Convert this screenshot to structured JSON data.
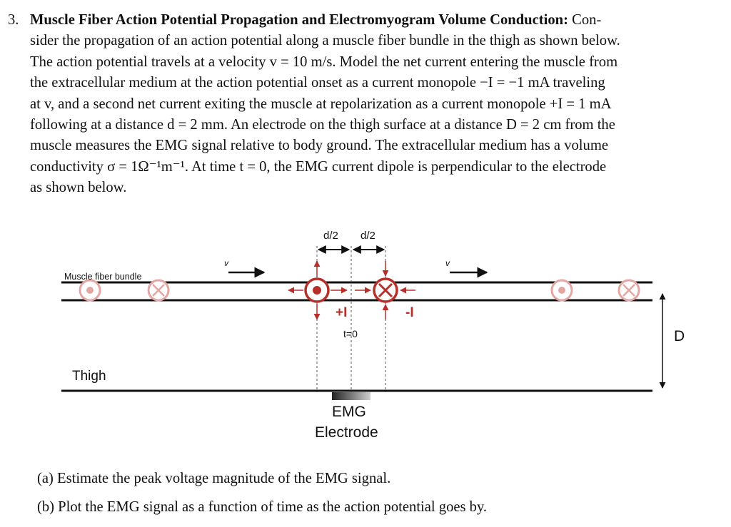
{
  "problem": {
    "number": "3.",
    "title": "Muscle Fiber Action Potential Propagation and Electromyogram Volume Conduction:",
    "lines": [
      "Con-",
      "sider the propagation of an action potential along a muscle fiber bundle in the thigh as shown below.",
      "The action potential travels at a velocity v = 10 m/s. Model the net current entering the muscle from",
      "the extracellular medium at the action potential onset as a current monopole −I = −1 mA traveling",
      "at v, and a second net current exiting the muscle at repolarization as a current monopole +I = 1 mA",
      "following at a distance d = 2 mm. An electrode on the thigh surface at a distance D = 2 cm from the",
      "muscle measures the EMG signal relative to body ground. The extracellular medium has a volume",
      "conductivity σ = 1Ω⁻¹m⁻¹. At time t = 0, the EMG current dipole is perpendicular to the electrode",
      "as shown below."
    ]
  },
  "figure": {
    "muscle_label": "Muscle fiber bundle",
    "thigh_label": "Thigh",
    "velocity_left": "v",
    "velocity_right": "v",
    "d_half_left": "d/2",
    "d_half_right": "d/2",
    "plus_label": "+I",
    "minus_label": "-I",
    "time_label": "t=0",
    "distance_label": "D",
    "electrode_label_1": "EMG",
    "electrode_label_2": "Electrode",
    "accent_color": "#b5302b",
    "faded_color": "#e3a6a3"
  },
  "parts": [
    "(a)  Estimate the peak voltage magnitude of the EMG signal.",
    "(b)  Plot the EMG signal as a function of time as the action potential goes by."
  ]
}
